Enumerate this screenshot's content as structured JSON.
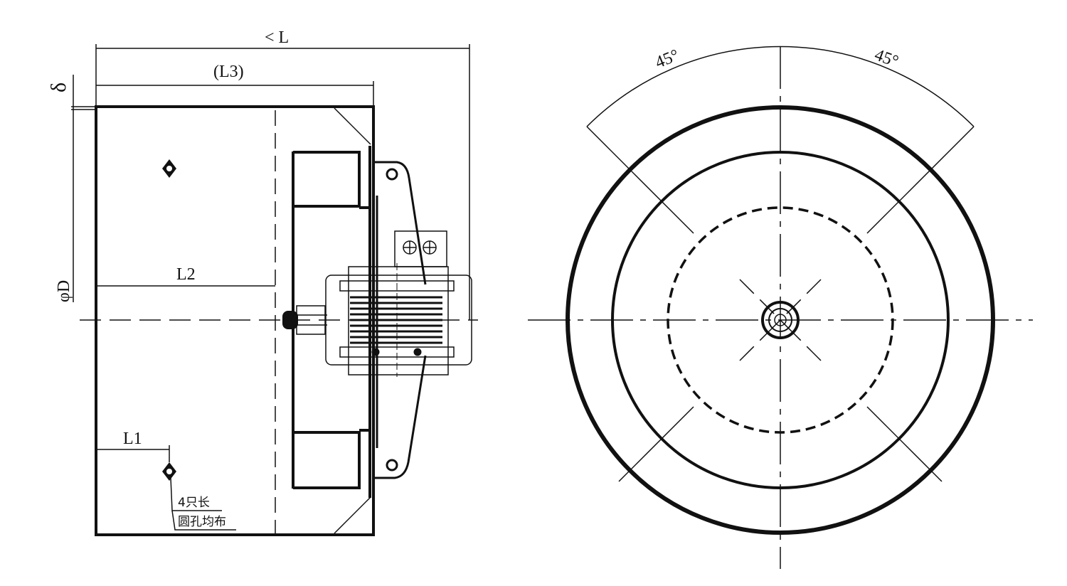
{
  "side_view": {
    "dim_L": "< L",
    "dim_L3": "(L3)",
    "dim_delta": "δ",
    "dim_D": "φD",
    "dim_L2": "L2",
    "dim_L1": "L1",
    "note_line1": "4只长",
    "note_line2": "圆孔均布"
  },
  "front_view": {
    "angle_left": "45°",
    "angle_right": "45°"
  },
  "colors": {
    "ink": "#111111",
    "background": "#ffffff"
  }
}
